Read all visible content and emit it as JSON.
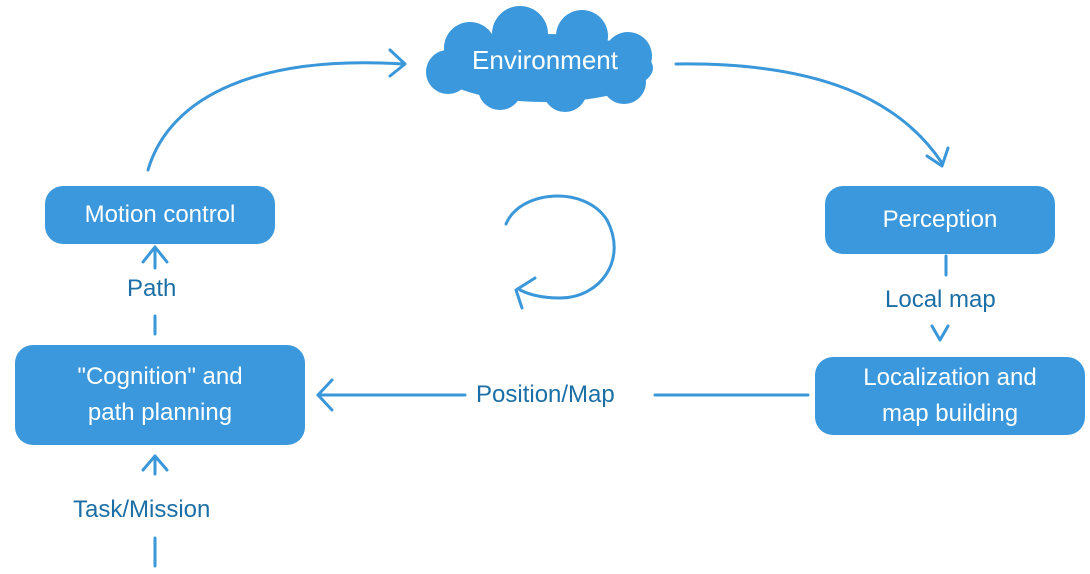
{
  "colors": {
    "node": "#3b98dc",
    "line": "#3a97d9",
    "label": "#1c6fa6"
  },
  "nodes": {
    "environment": "Environment",
    "motion_control": "Motion control",
    "perception": "Perception",
    "cognition": "\"Cognition\" and\npath planning",
    "localization": "Localization and\nmap building"
  },
  "edges": {
    "path": "Path",
    "local_map": "Local map",
    "position_map": "Position/Map",
    "task_mission": "Task/Mission"
  },
  "icons": {
    "cycle": "circular-arrow-icon",
    "cloud": "cloud-shape"
  }
}
